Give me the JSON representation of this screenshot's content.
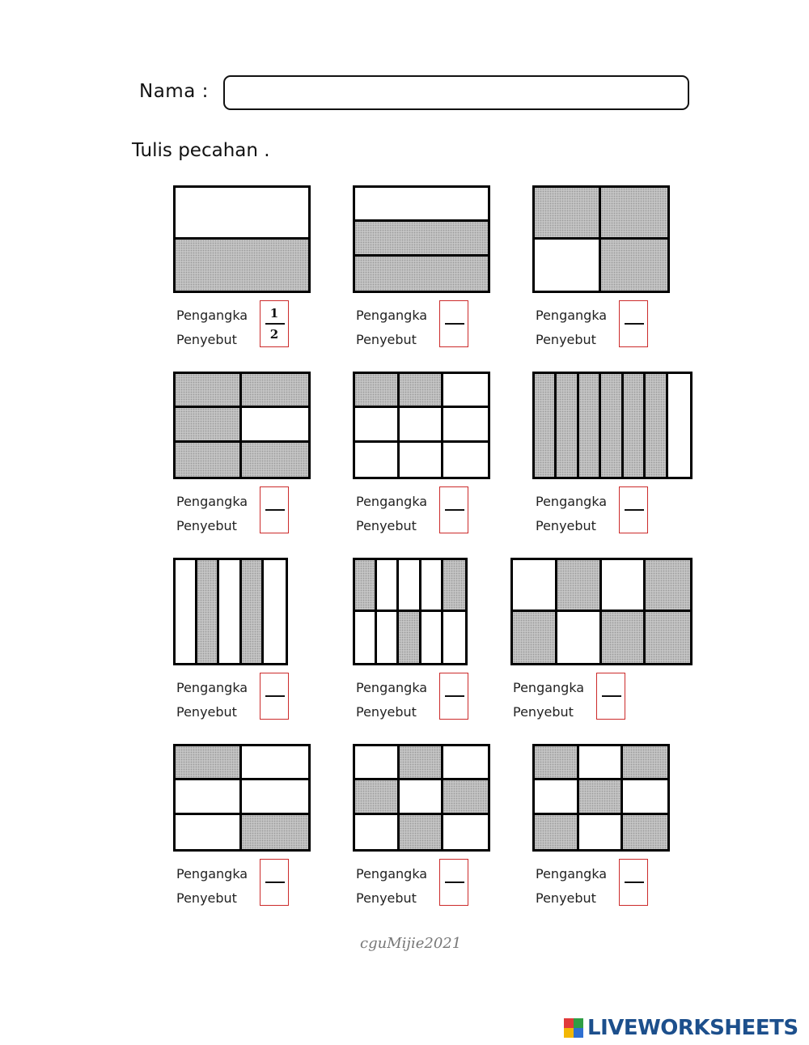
{
  "form": {
    "name_label": "Nama :",
    "name_value": ""
  },
  "instruction": "Tulis pecahan .",
  "labels": {
    "numerator": "Pengangka",
    "denominator": "Penyebut"
  },
  "exercises": [
    {
      "rows": 2,
      "cols": 1,
      "shaded": [
        1
      ],
      "answer": {
        "numerator": "1",
        "denominator": "2"
      }
    },
    {
      "rows": 3,
      "cols": 1,
      "shaded": [
        1,
        2
      ],
      "answer": {
        "numerator": "",
        "denominator": ""
      }
    },
    {
      "rows": 2,
      "cols": 2,
      "shaded": [
        0,
        1,
        3
      ],
      "answer": {
        "numerator": "",
        "denominator": ""
      }
    },
    {
      "rows": 3,
      "cols": 2,
      "shaded": [
        0,
        1,
        2,
        4,
        5
      ],
      "answer": {
        "numerator": "",
        "denominator": ""
      }
    },
    {
      "rows": 3,
      "cols": 3,
      "shaded": [
        0,
        1
      ],
      "answer": {
        "numerator": "",
        "denominator": ""
      }
    },
    {
      "rows": 1,
      "cols": 7,
      "shaded": [
        0,
        1,
        2,
        3,
        4,
        5
      ],
      "answer": {
        "numerator": "",
        "denominator": ""
      }
    },
    {
      "rows": 1,
      "cols": 5,
      "shaded": [
        1,
        3
      ],
      "answer": {
        "numerator": "",
        "denominator": ""
      }
    },
    {
      "rows": 2,
      "cols": 5,
      "shaded": [
        0,
        4,
        7
      ],
      "answer": {
        "numerator": "",
        "denominator": ""
      }
    },
    {
      "rows": 2,
      "cols": 4,
      "shaded": [
        1,
        3,
        4,
        6,
        7
      ],
      "answer": {
        "numerator": "",
        "denominator": ""
      }
    },
    {
      "rows": 3,
      "cols": 2,
      "shaded": [
        0,
        5
      ],
      "answer": {
        "numerator": "",
        "denominator": ""
      }
    },
    {
      "rows": 3,
      "cols": 3,
      "shaded": [
        1,
        3,
        5,
        7
      ],
      "answer": {
        "numerator": "",
        "denominator": ""
      }
    },
    {
      "rows": 3,
      "cols": 3,
      "shaded": [
        0,
        2,
        4,
        6,
        8
      ],
      "answer": {
        "numerator": "",
        "denominator": ""
      }
    }
  ],
  "footer": {
    "signature": "cguMijie2021",
    "brand": "LIVEWORKSHEETS",
    "brand_colors": [
      "#e03a3a",
      "#2f9e44",
      "#f2b705",
      "#2f6fd1"
    ]
  }
}
